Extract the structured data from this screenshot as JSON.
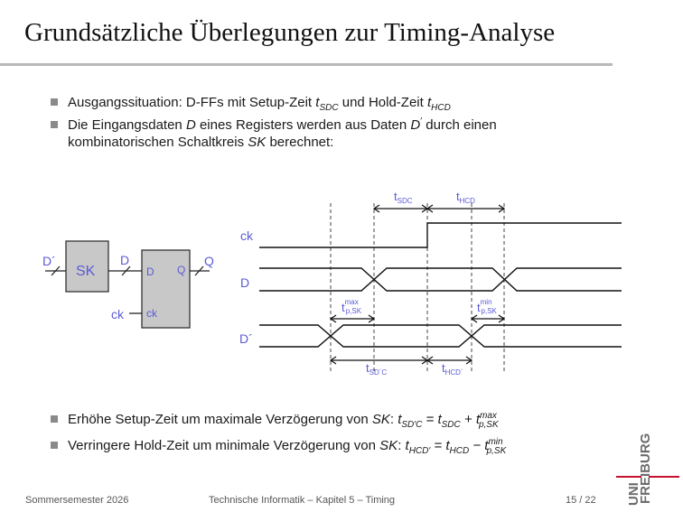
{
  "title": "Grundsätzliche Überlegungen zur Timing-Analyse",
  "bullets_top": [
    {
      "pre": "Ausgangssituation: D-FFs mit Setup-Zeit ",
      "v1": "t",
      "s1": "SDC",
      "mid": " und Hold-Zeit ",
      "v2": "t",
      "s2": "HCD"
    },
    {
      "line1_a": "Die Eingangsdaten ",
      "line1_D": "D",
      "line1_b": " eines Registers werden aus Daten ",
      "line1_Dp": "D",
      "line1_c": " durch einen",
      "line2_a": "kombinatorischen Schaltkreis ",
      "line2_SK": "SK",
      "line2_b": " berechnet:"
    }
  ],
  "diagram": {
    "input_label": "D´",
    "sk_label": "SK",
    "d_wire_label": "D",
    "ff_d_pin": "D",
    "ff_q_pin": "Q",
    "ff_ck_pin": "ck",
    "q_label": "Q",
    "ck_label": "ck",
    "signal_ck": "ck",
    "signal_D": "D",
    "signal_Dp": "D´",
    "t_sdc": {
      "base": "t",
      "sub": "SDC"
    },
    "t_hcd": {
      "base": "t",
      "sub": "HCD"
    },
    "t_psk_max": {
      "base": "t",
      "sup": "max",
      "sub": "p,SK"
    },
    "t_psk_min": {
      "base": "t",
      "sup": "min",
      "sub": "p,SK"
    },
    "t_sdpc": {
      "base": "t",
      "sub": "SD´C"
    },
    "t_hcdp": {
      "base": "t",
      "sub": "HCD´"
    },
    "accent_color": "#5b5bd6"
  },
  "bullets_bottom": [
    {
      "pre": "Erhöhe Setup-Zeit um maximale Verzögerung von ",
      "SK": "SK",
      "colon": ": "
    },
    {
      "pre": "Verringere Hold-Zeit um minimale Verzögerung von ",
      "SK": "SK",
      "colon": ": "
    }
  ],
  "footer": {
    "semester": "Sommersemester 2026",
    "course": "Technische Informatik – Kapitel 5 – Timing",
    "page": "15 / 22"
  },
  "logo": {
    "line1": "UNI",
    "line2": "FREIBURG"
  }
}
